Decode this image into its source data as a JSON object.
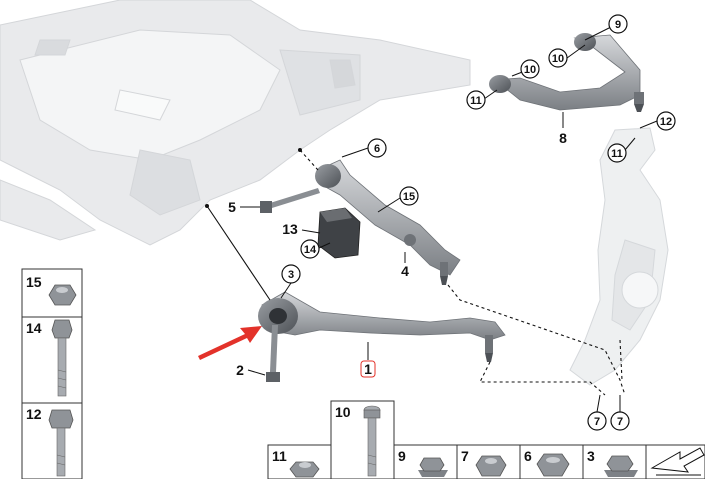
{
  "diagram": {
    "callouts": {
      "c9": "9",
      "c10a": "10",
      "c10b": "10",
      "c11a": "11",
      "c11b": "11",
      "c12": "12",
      "c6": "6",
      "c15": "15",
      "c3": "3",
      "c14": "14",
      "c7a": "7",
      "c7b": "7"
    },
    "labels": {
      "l8": "8",
      "l5": "5",
      "l13": "13",
      "l4": "4",
      "l2": "2",
      "l1": "1"
    },
    "parts_table": {
      "p15": "15",
      "p14": "14",
      "p12": "12",
      "p10": "10",
      "p11": "11",
      "p9": "9",
      "p7": "7",
      "p6": "6",
      "p3": "3"
    },
    "colors": {
      "subframe": "#e9eaec",
      "knuckle": "#eef0f1",
      "arm_metal": "#a9acb0",
      "highlight_arrow": "#e3322a"
    }
  }
}
